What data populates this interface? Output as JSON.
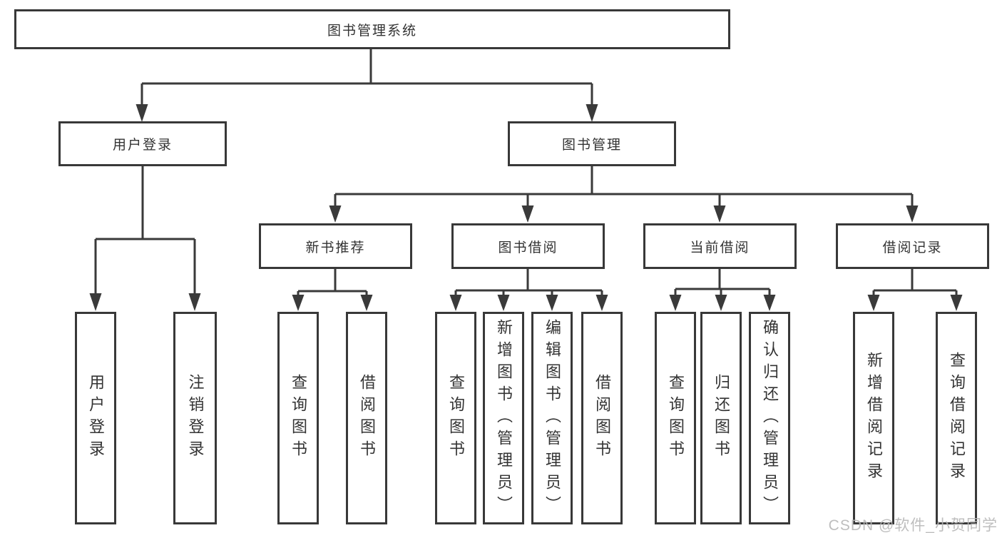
{
  "root": {
    "label": "图书管理系统"
  },
  "level2": {
    "user_login": {
      "label": "用户登录"
    },
    "book_mgmt": {
      "label": "图书管理"
    }
  },
  "level3": {
    "new_books": {
      "label": "新书推荐"
    },
    "book_borrow": {
      "label": "图书借阅"
    },
    "current_borrow": {
      "label": "当前借阅"
    },
    "borrow_records": {
      "label": "借阅记录"
    }
  },
  "leaves": {
    "user_login": [
      "用户登录",
      "注销登录"
    ],
    "new_books": [
      "查询图书",
      "借阅图书"
    ],
    "book_borrow": [
      "查询图书",
      "新增图书（管理员）",
      "编辑图书（管理员）",
      "借阅图书"
    ],
    "current_borrow": [
      "查询图书",
      "归还图书",
      "确认归还（管理员）"
    ],
    "borrow_records": [
      "新增借阅记录",
      "查询借阅记录"
    ]
  },
  "watermark": "CSDN @软件_小贺同学",
  "colors": {
    "line": "#3a3a3a",
    "border": "#383838",
    "text": "#333333",
    "watermark": "#b7b7b7",
    "background": "#ffffff"
  }
}
